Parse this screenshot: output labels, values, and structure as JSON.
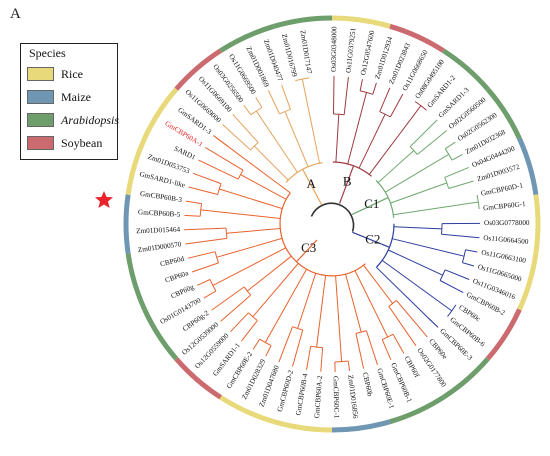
{
  "panel_label": "A",
  "legend": {
    "title": "Species",
    "items": [
      {
        "label": "Rice",
        "color": "#e8d97a",
        "italic": false
      },
      {
        "label": "Maize",
        "color": "#6f97b3",
        "italic": false
      },
      {
        "label": "Arabidopsis",
        "color": "#6e9e6c",
        "italic": true
      },
      {
        "label": "Soybean",
        "color": "#cc6b6f",
        "italic": false
      }
    ]
  },
  "clade_colors": {
    "A": "#e6a35c",
    "B": "#9e3b43",
    "C1": "#6fa86f",
    "C2": "#2d3d9e",
    "C3": "#e8632e",
    "root": "#333333"
  },
  "clades": [
    {
      "name": "A",
      "color_key": "A",
      "leaves": [
        "Os11G0669000",
        "Os11G0669100",
        "Os03G0256500",
        "Os11G0669500",
        "Zm01D001869",
        "Zm01D040477",
        "Zm01D016799",
        "Zm01D017147"
      ]
    },
    {
      "name": "B",
      "color_key": "B",
      "leaves": [
        "Os03G0348000",
        "Os11G0379251",
        "Os12G0547600",
        "Zm01D012934",
        "Zm01D023843",
        "Os11G0668650",
        "Os08G0495100",
        "GmSARD1-2"
      ]
    },
    {
      "name": "C1",
      "color_key": "C1",
      "leaves": [
        "GmSARD1-3",
        "Os02G0560500",
        "Os02G0562300",
        "Zm01D032368",
        "Os04G0444200",
        "Zm01D003572",
        "GmCBP60D-1",
        "GmCBP60G-1"
      ]
    },
    {
      "name": "C2",
      "color_key": "C2",
      "leaves": [
        "Os03G0778000",
        "Os11G0664500",
        "Os11G0663100",
        "Os11G0665000",
        "Os11G0346016",
        "GmCBP60B-2",
        "CBP60c",
        "GmCBP60B-6",
        "GmCBP60E-3"
      ]
    },
    {
      "name": "C3",
      "color_key": "C3",
      "leaves": [
        "CBP60e",
        "Os02G0177800",
        "CBP60f",
        "GmCBP60B-1",
        "GmCBP60E-1",
        "CBP60b",
        "Zm01D016856",
        "GmCBP60C-1",
        "GmCBP60A-2",
        "GmCBP60B-4",
        "GmCBP60D-2",
        "Zm01D047680",
        "Zm01D028329",
        "GmCBP60E-2",
        "GmSARD1-1",
        "Os12G0559000",
        "Os12G0539000",
        "CBP60g-2",
        "Os01G0143700",
        "CBP60g",
        "CBP60a",
        "CBP60d",
        "Zm01D000570",
        "Zm01D015464",
        "GmCBP60B-5",
        "GmCBP60B-3",
        "GmSARD1-like",
        "Zm01D053753",
        "SARD1",
        "GmCBP60A-1",
        "GmSARD1-3"
      ]
    }
  ],
  "highlighted_leaf": "GmCBP60A-1",
  "highlight_color": "#e8232a",
  "star_color": "#e8232a",
  "outer_ring_colors": [
    "#e8d97a",
    "#6f97b3",
    "#6e9e6c",
    "#cc6b6f"
  ]
}
